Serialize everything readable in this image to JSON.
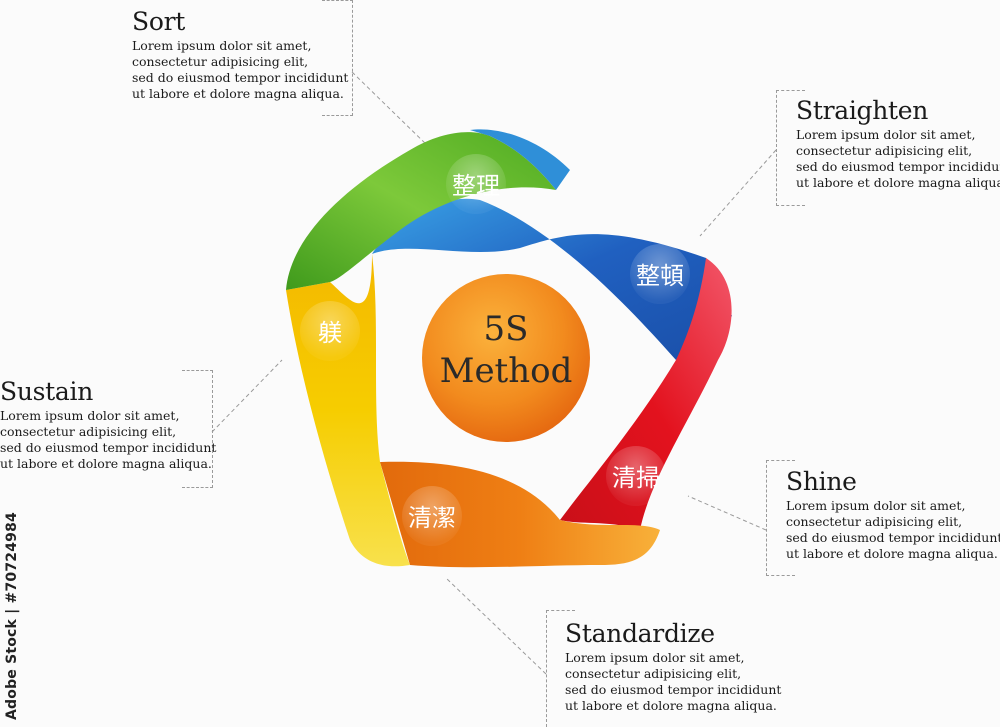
{
  "center": {
    "line1": "5S",
    "line2": "Method"
  },
  "segments": [
    {
      "kanji": "整理",
      "title": "Sort",
      "lines": [
        "Lorem ipsum dolor sit amet,",
        "consectetur adipisicing elit,",
        "sed do eiusmod tempor incididunt",
        "ut labore et dolore magna aliqua."
      ],
      "color": "#5bb324"
    },
    {
      "kanji": "整頓",
      "title": "Straighten",
      "lines": [
        "Lorem ipsum dolor sit amet,",
        "consectetur adipisicing elit,",
        "sed do eiusmod tempor incididunt",
        "ut labore et dolore magna aliqua."
      ],
      "color": "#2a6fc7"
    },
    {
      "kanji": "清掃",
      "title": "Shine",
      "lines": [
        "Lorem ipsum dolor sit amet,",
        "consectetur adipisicing elit,",
        "sed do eiusmod tempor incididunt",
        "ut labore et dolore magna aliqua."
      ],
      "color": "#e01c2a"
    },
    {
      "kanji": "清潔",
      "title": "Standardize",
      "lines": [
        "Lorem ipsum dolor sit amet,",
        "consectetur adipisicing elit,",
        "sed do eiusmod tempor incididunt",
        "ut labore et dolore magna aliqua."
      ],
      "color": "#ee7a12"
    },
    {
      "kanji": "躾",
      "title": "Sustain",
      "lines": [
        "Lorem ipsum dolor sit amet,",
        "consectetur adipisicing elit,",
        "sed do eiusmod tempor incididunt",
        "ut labore et dolore magna aliqua."
      ],
      "color": "#f5c800"
    }
  ],
  "watermark": "Adobe Stock | #70724984"
}
